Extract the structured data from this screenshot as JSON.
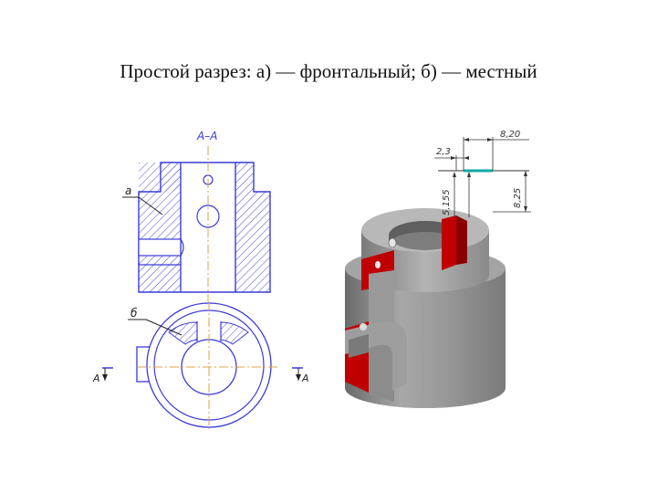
{
  "slide": {
    "title": "Простой разрез: а) — фронтальный; б) — местный"
  },
  "drawing": {
    "section_label": "А–А",
    "label_a": "а",
    "label_b": "б",
    "cut_mark_left": "А",
    "cut_mark_right": "А",
    "colors": {
      "line": "#3a3ad8",
      "axis": "#e0a040",
      "hatch": "#4b4bd6",
      "section_fill": "#c00000",
      "body_light": "#bdbdbd",
      "body_mid": "#9c9c9c",
      "body_dark": "#6f6f6f",
      "thread_mark": "#10a8a0"
    }
  },
  "thread_detail": {
    "dim_top": "8,20",
    "dim_small": "2,3",
    "dim_vertical_left": "5,155",
    "dim_vertical_right": "8,25"
  }
}
